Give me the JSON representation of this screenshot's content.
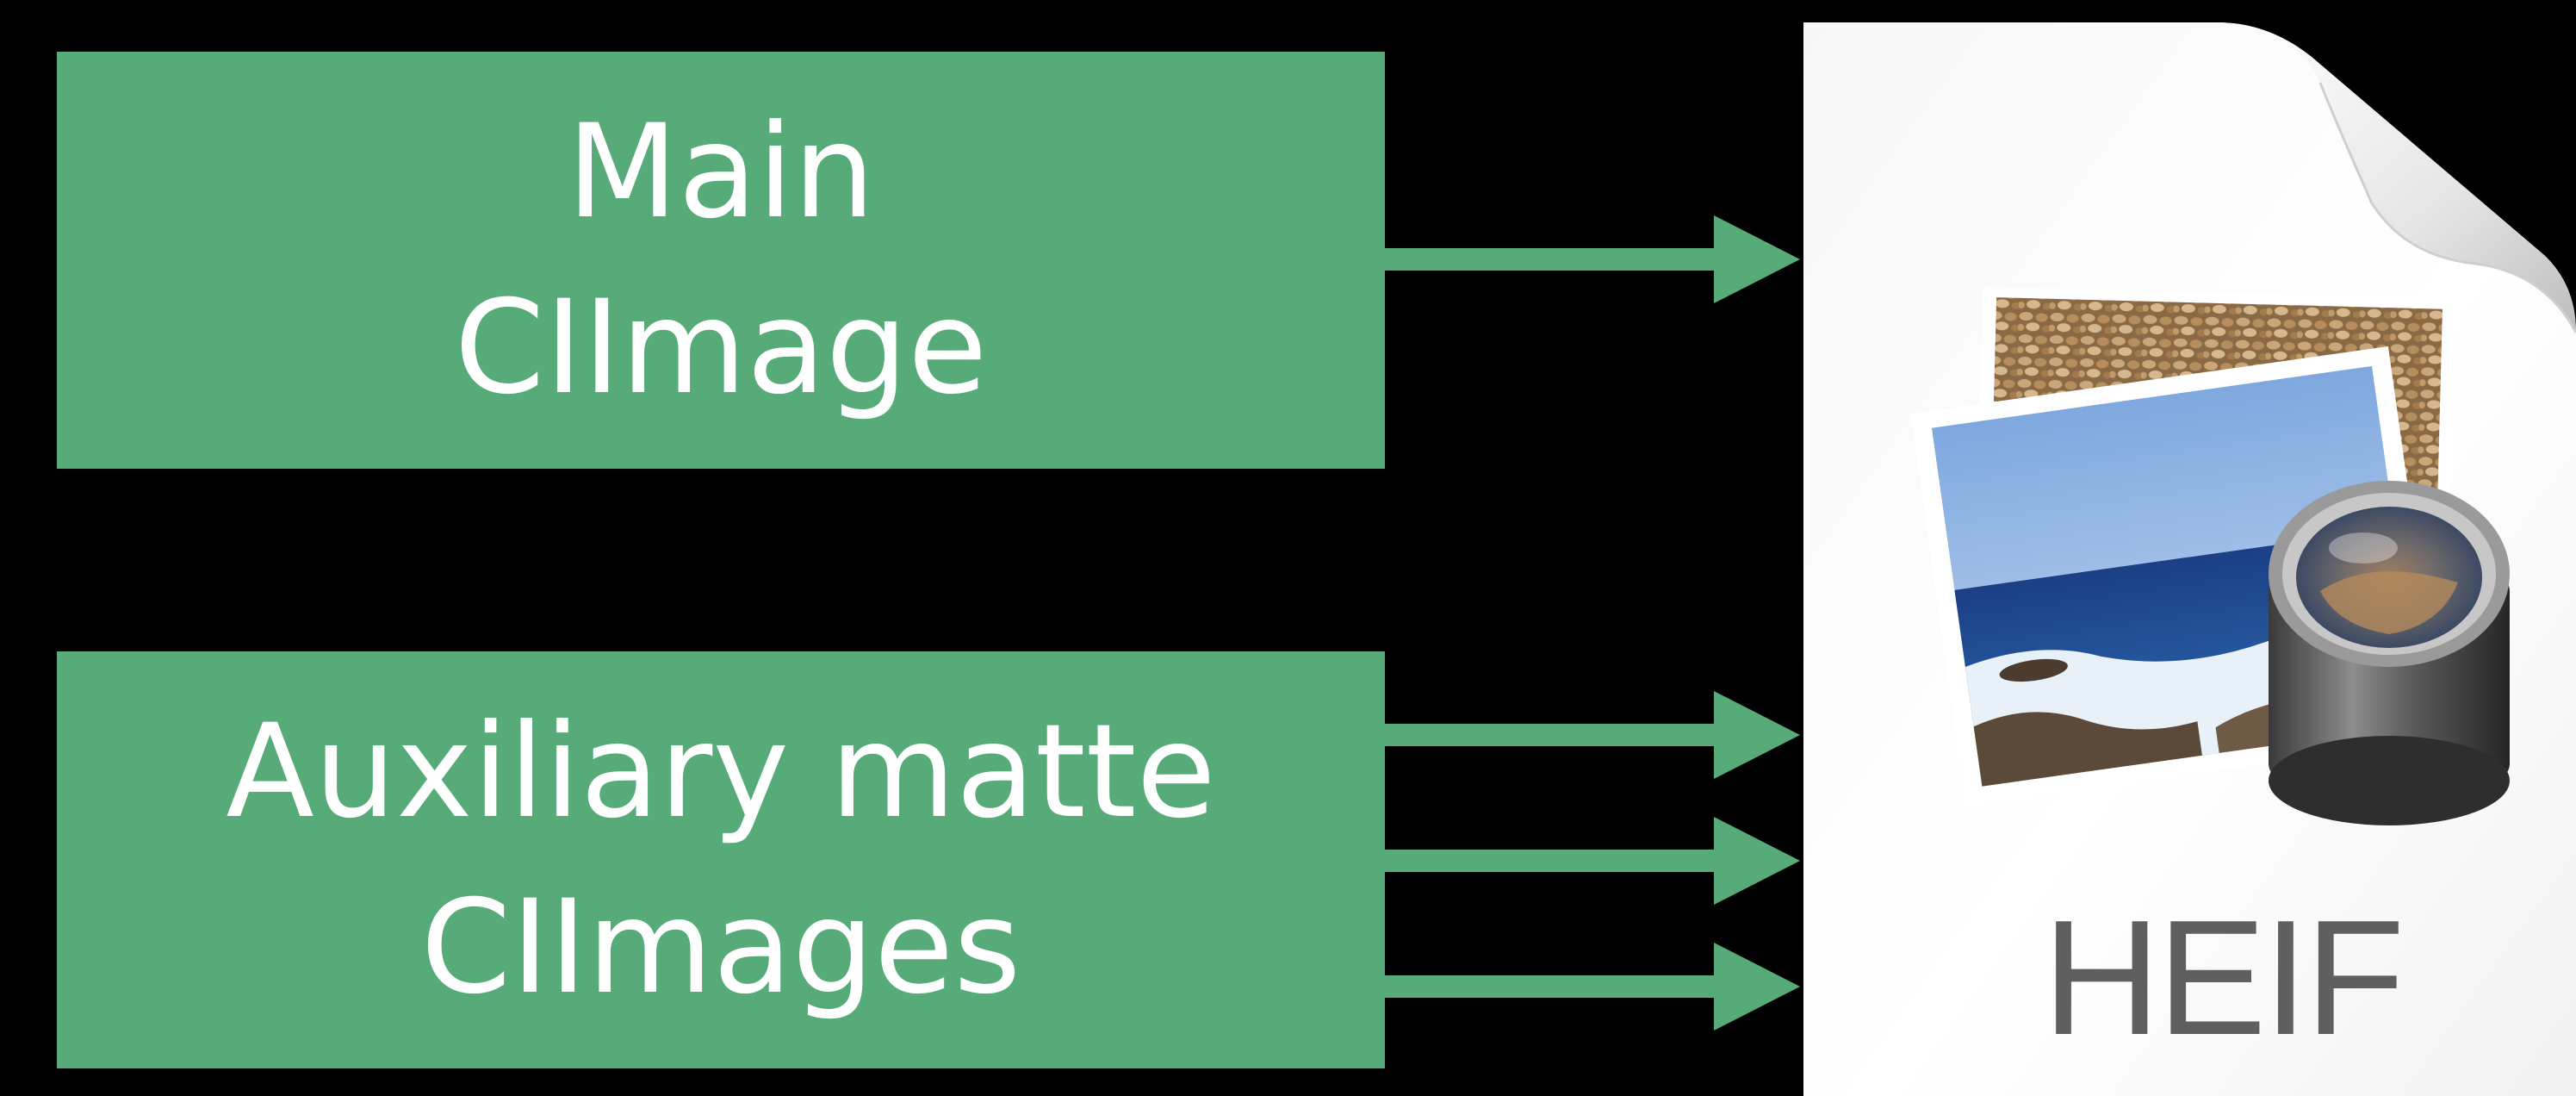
{
  "colors": {
    "background": "#000000",
    "box_fill": "#56AB79",
    "arrow": "#56AB79",
    "box_text": "#FFFFFF",
    "doc_label": "#5F5F5F"
  },
  "main_box": {
    "line1": "Main",
    "line2": "CIImage"
  },
  "aux_box": {
    "line1": "Auxiliary matte",
    "line2": "CIImages"
  },
  "document": {
    "icon": "preview-photo-icon",
    "label": "HEIF"
  }
}
